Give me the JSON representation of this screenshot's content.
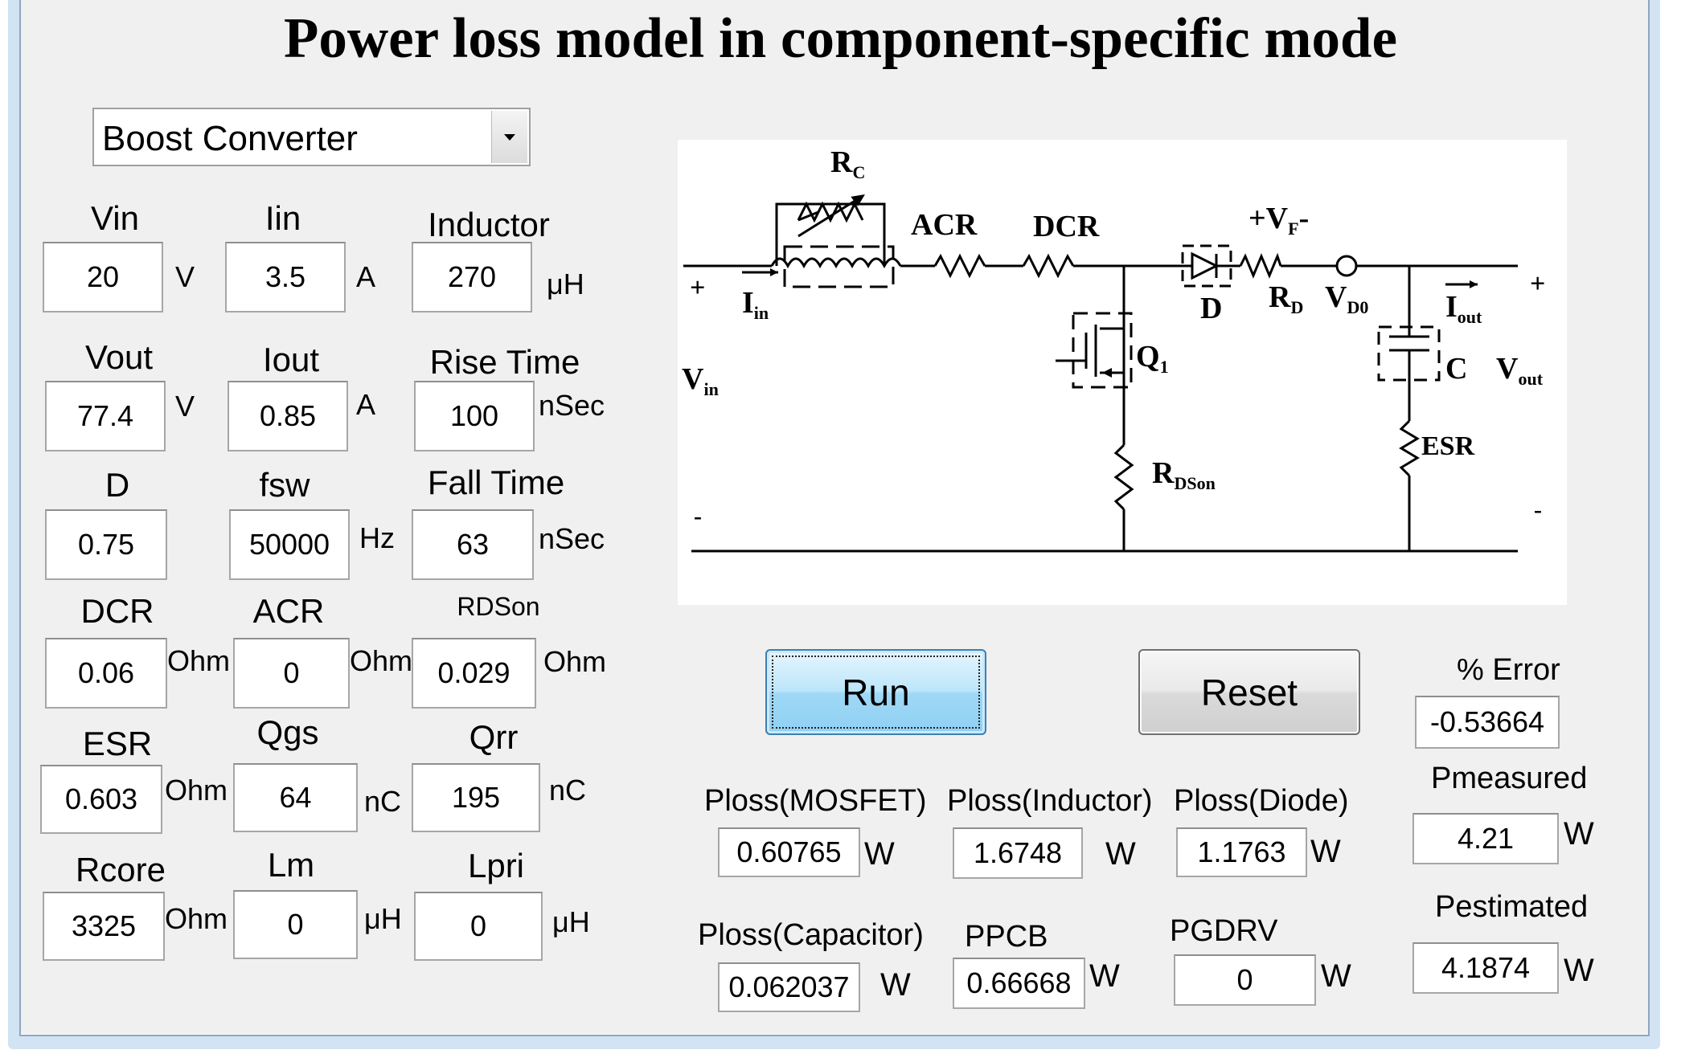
{
  "title": "Power loss model in component-specific mode",
  "converter_select": {
    "selected": "Boost Converter",
    "icon": "chevron-down-icon"
  },
  "inputs": {
    "vin": {
      "label": "Vin",
      "value": "20",
      "unit": "V"
    },
    "iin": {
      "label": "Iin",
      "value": "3.5",
      "unit": "A"
    },
    "inductor": {
      "label": "Inductor",
      "value": "270",
      "unit": "μH"
    },
    "vout": {
      "label": "Vout",
      "value": "77.4",
      "unit": "V"
    },
    "iout": {
      "label": "Iout",
      "value": "0.85",
      "unit": "A"
    },
    "rise_time": {
      "label": "Rise Time",
      "value": "100",
      "unit": "nSec"
    },
    "d": {
      "label": "D",
      "value": "0.75"
    },
    "fsw": {
      "label": "fsw",
      "value": "50000",
      "unit": "Hz"
    },
    "fall_time": {
      "label": "Fall Time",
      "value": "63",
      "unit": "nSec"
    },
    "dcr": {
      "label": "DCR",
      "value": "0.06",
      "unit": "Ohm"
    },
    "acr": {
      "label": "ACR",
      "value": "0",
      "unit": "Ohm"
    },
    "rdson": {
      "label": "RDSon",
      "value": "0.029",
      "unit": "Ohm"
    },
    "esr": {
      "label": "ESR",
      "value": "0.603",
      "unit": "Ohm"
    },
    "qgs": {
      "label": "Qgs",
      "value": "64",
      "unit": "nC"
    },
    "qrr": {
      "label": "Qrr",
      "value": "195",
      "unit": "nC"
    },
    "rcore": {
      "label": "Rcore",
      "value": "3325",
      "unit": "Ohm"
    },
    "lm": {
      "label": "Lm",
      "value": "0",
      "unit": "μH"
    },
    "lpri": {
      "label": "Lpri",
      "value": "0",
      "unit": "μH"
    }
  },
  "buttons": {
    "run": "Run",
    "reset": "Reset"
  },
  "outputs": {
    "ploss_mosfet": {
      "label": "Ploss(MOSFET)",
      "value": "0.60765",
      "unit": "W"
    },
    "ploss_inductor": {
      "label": "Ploss(Inductor)",
      "value": "1.6748",
      "unit": "W"
    },
    "ploss_diode": {
      "label": "Ploss(Diode)",
      "value": "1.1763",
      "unit": "W"
    },
    "ploss_capacitor": {
      "label": "Ploss(Capacitor)",
      "value": "0.062037",
      "unit": "W"
    },
    "ppcb": {
      "label": "PPCB",
      "value": "0.66668",
      "unit": "W"
    },
    "pgdrv": {
      "label": "PGDRV",
      "value": "0",
      "unit": "W"
    },
    "error": {
      "label": "% Error",
      "value": "-0.53664"
    },
    "pmeasured": {
      "label": "Pmeasured",
      "value": "4.21",
      "unit": "W"
    },
    "pestimated": {
      "label": "Pestimated",
      "value": "4.1874",
      "unit": "W"
    }
  },
  "circuit": {
    "rc": "R",
    "rc_sub": "C",
    "acr": "ACR",
    "dcr": "DCR",
    "vf_plus": "+V",
    "vf_sub": "F",
    "vf_minus": "-",
    "iin": "I",
    "iin_sub": "in",
    "d": "D",
    "rd": "R",
    "rd_sub": "D",
    "vd0": "V",
    "vd0_sub": "D0",
    "iout": "I",
    "iout_sub": "out",
    "q1": "Q",
    "q1_sub": "1",
    "c": "C",
    "vout": "V",
    "vout_sub": "out",
    "vin": "V",
    "vin_sub": "in",
    "esr": "ESR",
    "rdson": "R",
    "rdson_sub": "DSon",
    "plus": "+",
    "minus": "-"
  }
}
